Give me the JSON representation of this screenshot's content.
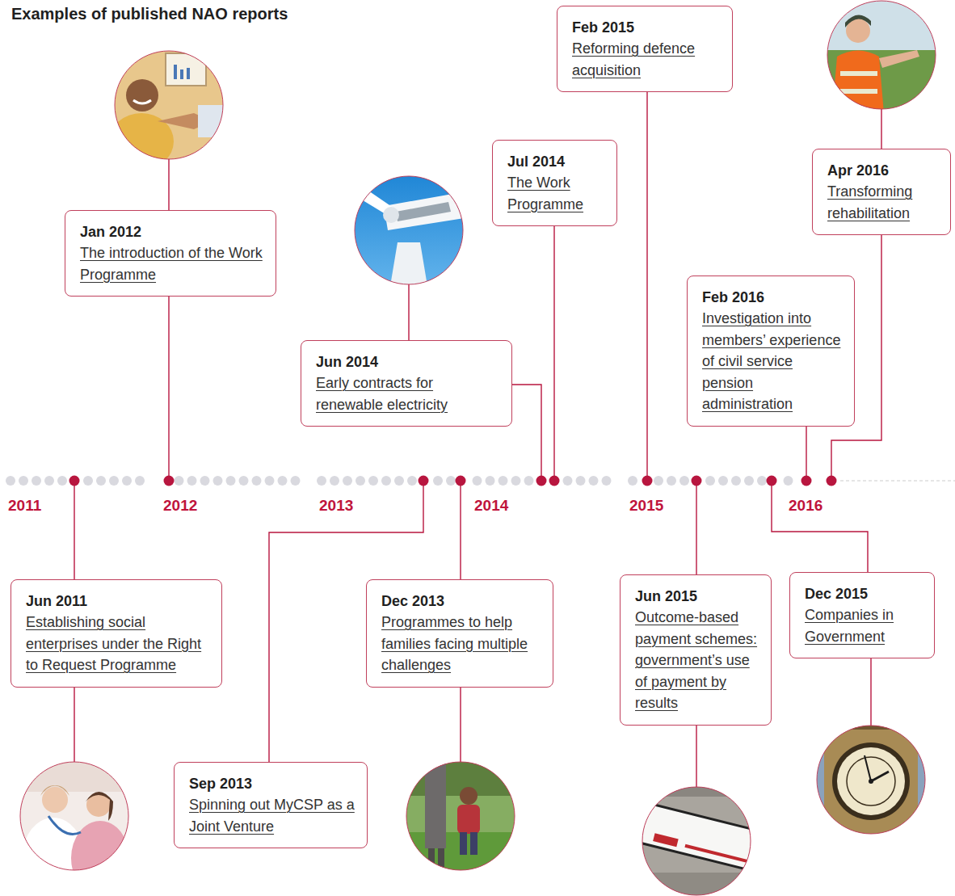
{
  "diagram": {
    "title": "Examples of published NAO reports",
    "nodes": [
      {
        "text": [
          "Jun 2011",
          "Establishing social enterprises under the Right to Request Programme"
        ]
      },
      {
        "text": [
          "Jan 2012",
          "The introduction of the Work Programme"
        ]
      },
      {
        "text": [
          "Sep 2013",
          "Spinning out MyCSP as a Joint Venture"
        ]
      },
      {
        "text": [
          "Dec 2013",
          "Programmes to help families facing multiple challenges"
        ]
      },
      {
        "text": [
          "Jun 2014",
          "Early contracts for renewable electricity"
        ]
      },
      {
        "text": [
          "Jul 2014",
          "The Work Programme"
        ]
      },
      {
        "text": [
          "Feb 2015",
          "Reforming defence acquisition"
        ]
      },
      {
        "text": [
          "Jun 2015",
          "Outcome-based payment schemes: government’s use of payment by results"
        ]
      },
      {
        "text": [
          "Dec 2015",
          "Companies in Government"
        ]
      },
      {
        "text": [
          "Feb 2016",
          "Investigation into members’ experience of civil service pension administration"
        ]
      },
      {
        "text": [
          "Apr 2016",
          "Transforming rehabilitation"
        ]
      }
    ],
    "labels": [
      "2011",
      "2012",
      "2013",
      "2014",
      "2015",
      "2016"
    ]
  }
}
